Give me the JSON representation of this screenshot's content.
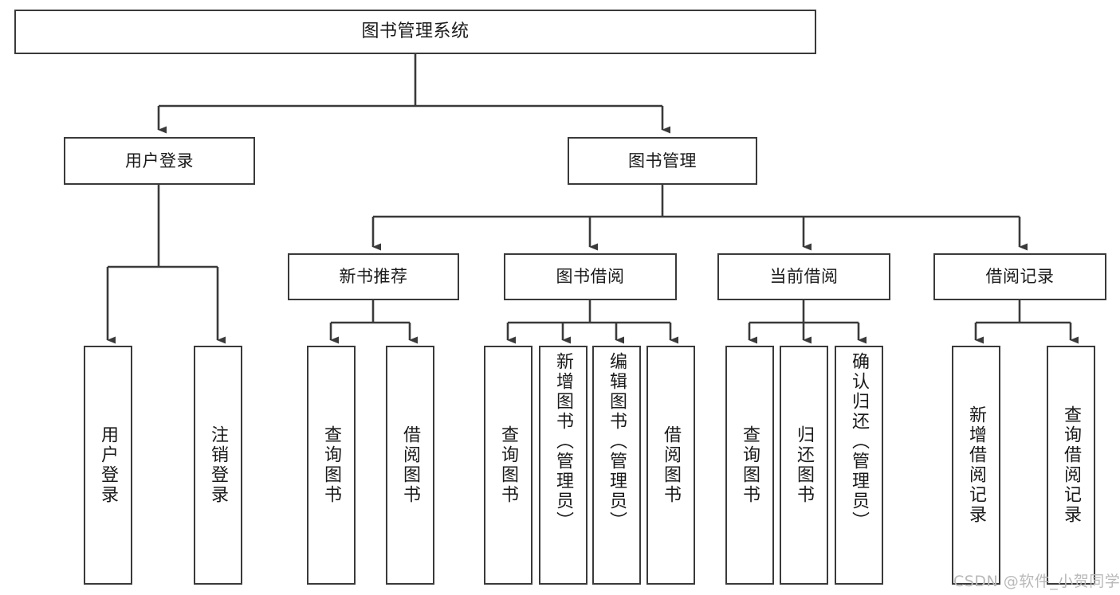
{
  "diagram": {
    "type": "tree",
    "title": "图书管理系统",
    "orientation": "top-down",
    "line_color": "#3a3a3a",
    "box_fill": "#ffffff",
    "text_color": "#1a1a1a"
  },
  "nodes": {
    "root": {
      "label": "图书管理系统"
    },
    "level2": [
      {
        "label": "用户登录"
      },
      {
        "label": "图书管理"
      }
    ],
    "level3": [
      {
        "label": "新书推荐"
      },
      {
        "label": "图书借阅"
      },
      {
        "label": "当前借阅"
      },
      {
        "label": "借阅记录"
      }
    ],
    "leaves": {
      "user_login": [
        {
          "label": "用户登录"
        },
        {
          "label": "注销登录"
        }
      ],
      "new_book_recommend": [
        {
          "label": "查询图书"
        },
        {
          "label": "借阅图书"
        }
      ],
      "book_borrow": [
        {
          "label": "查询图书"
        },
        {
          "label": "新增图书（管理员）"
        },
        {
          "label": "编辑图书（管理员）"
        },
        {
          "label": "借阅图书"
        }
      ],
      "current_borrow": [
        {
          "label": "查询图书"
        },
        {
          "label": "归还图书"
        },
        {
          "label": "确认归还（管理员）"
        }
      ],
      "borrow_record": [
        {
          "label": "新增借阅记录"
        },
        {
          "label": "查询借阅记录"
        }
      ]
    }
  },
  "watermark": {
    "text": "CSDN @软件_小贺同学",
    "color": "#b9b9b9"
  }
}
